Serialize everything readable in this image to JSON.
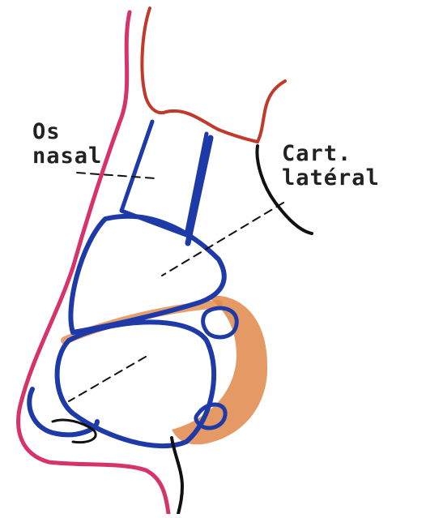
{
  "colors": {
    "skin_outline": "#d6336c",
    "cartilage_blue": "#1d3aa8",
    "bone_red": "#c0392b",
    "cartilage_orange": "#e0884a",
    "outline_black": "#111111",
    "label_text": "#222222"
  },
  "labels": {
    "os_nasal": [
      "Os",
      "nasal"
    ],
    "cart_lateral": [
      "Cart.",
      "latéral"
    ]
  }
}
